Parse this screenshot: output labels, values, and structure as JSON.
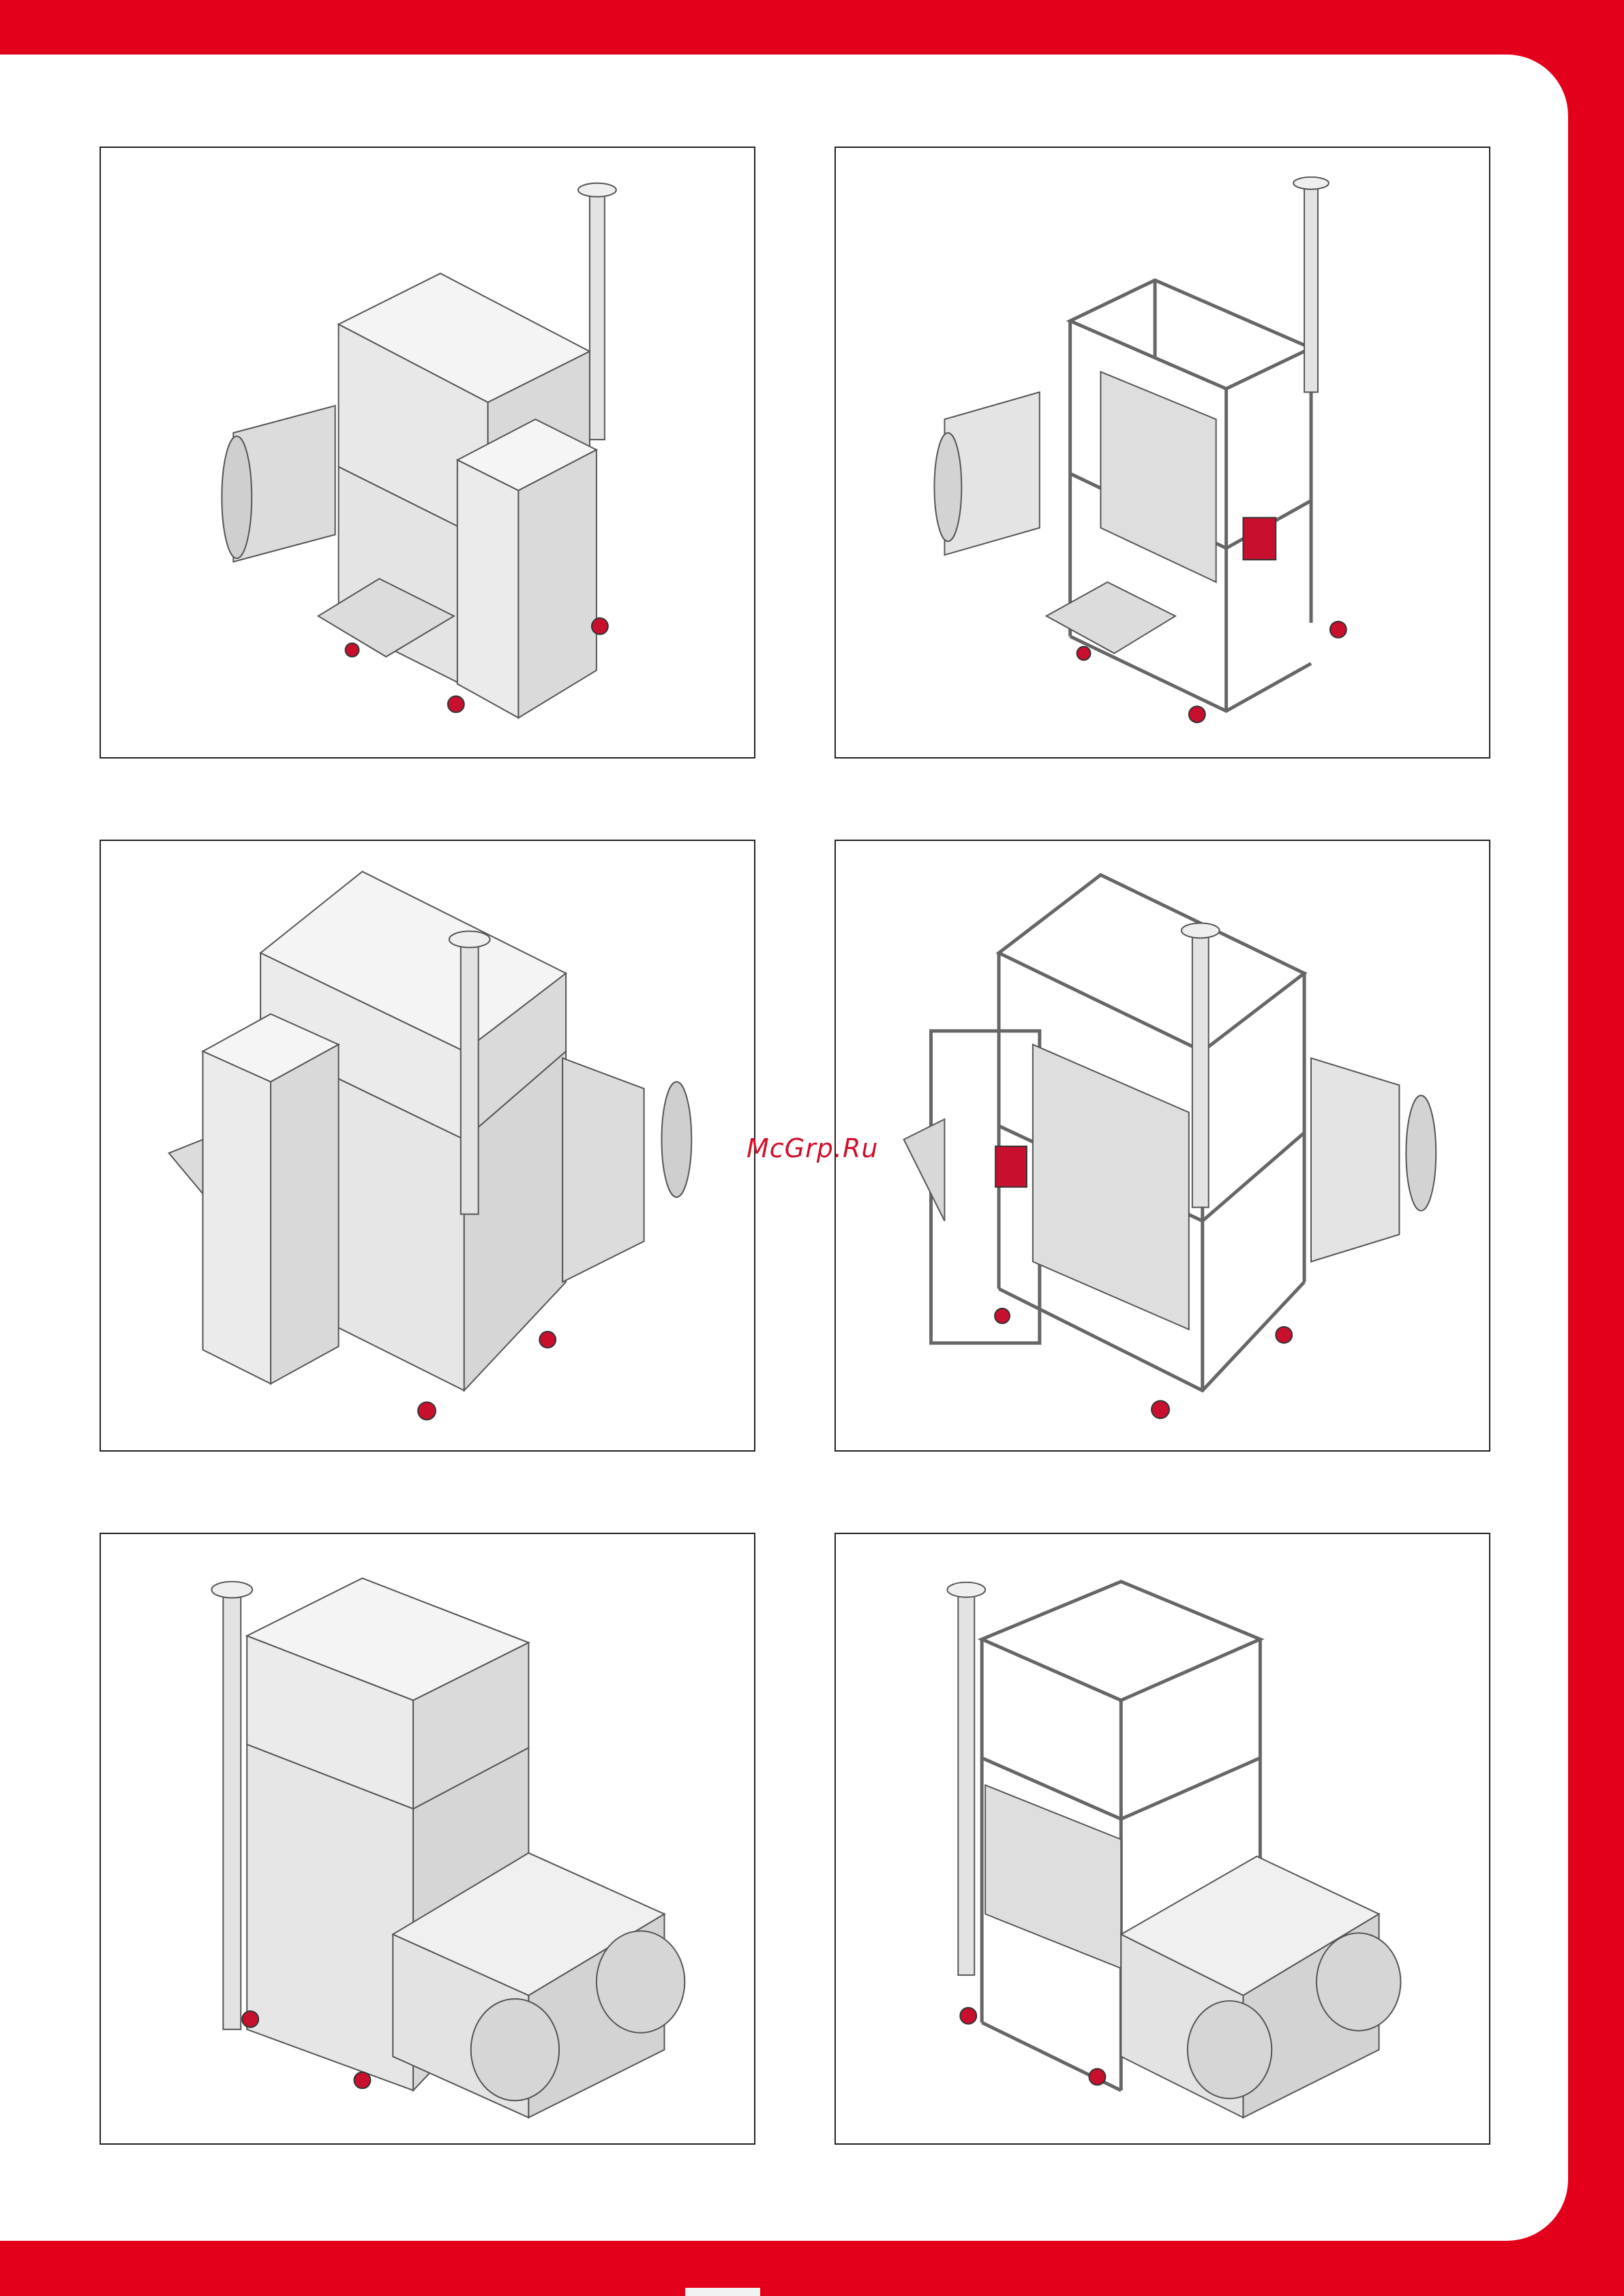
{
  "watermark": "McGrp.Ru",
  "colors": {
    "brand": "#e2001a",
    "panel": "#e9e9e9",
    "frame": "#c9c9c9",
    "wheel": "#c8102e",
    "burner": "#c8102e"
  },
  "figures": [
    {
      "name": "heater-closed-left-view",
      "kind": "closed"
    },
    {
      "name": "heater-frame-left-view",
      "kind": "frame"
    },
    {
      "name": "heater-closed-front-view",
      "kind": "closed"
    },
    {
      "name": "heater-frame-front-view",
      "kind": "frame"
    },
    {
      "name": "heater-closed-rear-view",
      "kind": "closed"
    },
    {
      "name": "heater-frame-rear-view",
      "kind": "frame"
    }
  ]
}
